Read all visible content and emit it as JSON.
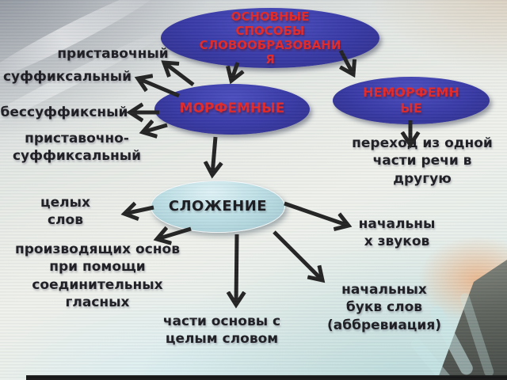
{
  "slide": {
    "topic": "word-formation diagram",
    "colors": {
      "node_fill_dark": "#2b2c9f",
      "node_fill_light": "#badee4",
      "node_text_red": "#e01b1b",
      "label_text": "#0e0e14",
      "arrow": "#141414",
      "bottom_strip": "#070707"
    }
  },
  "nodes": {
    "main": {
      "lines": [
        "ОСНОВНЫЕ",
        "СПОСОБЫ",
        "СЛОВООБРАЗОВАНИ",
        "Я"
      ]
    },
    "morphemic": {
      "lines": [
        "МОРФЕМНЫЕ"
      ]
    },
    "non_morphemic": {
      "lines": [
        "НЕМОРФЕМН",
        "ЫЕ"
      ]
    },
    "composition": {
      "lines": [
        "СЛОЖЕНИЕ"
      ]
    }
  },
  "labels": {
    "prefixal": {
      "lines": [
        "приставочный"
      ]
    },
    "suffixal": {
      "lines": [
        "суффиксальный"
      ]
    },
    "suffixless": {
      "lines": [
        "бессуффиксный"
      ]
    },
    "prefix_suffixal": {
      "lines": [
        "приставочно-",
        "суффиксальный"
      ]
    },
    "transition": {
      "lines": [
        "переход из одной",
        "части речи в",
        "другую"
      ]
    },
    "whole_words": {
      "lines": [
        "целых",
        "слов"
      ]
    },
    "initial_sounds": {
      "lines": [
        "начальны",
        "х звуков"
      ]
    },
    "producing_stems": {
      "lines": [
        "производящих основ",
        "при помощи",
        "соединительных",
        "гласных"
      ]
    },
    "initial_letters": {
      "lines": [
        "начальных",
        "букв слов",
        "(аббревиация)"
      ]
    },
    "stem_with_word": {
      "lines": [
        "части основы с",
        "целым словом"
      ]
    }
  },
  "edges": [
    {
      "from": "main",
      "to": "morphemic"
    },
    {
      "from": "main",
      "to": "non_morphemic"
    },
    {
      "from": "morphemic",
      "to": "prefixal"
    },
    {
      "from": "morphemic",
      "to": "suffixal"
    },
    {
      "from": "morphemic",
      "to": "suffixless"
    },
    {
      "from": "morphemic",
      "to": "prefix_suffixal"
    },
    {
      "from": "morphemic",
      "to": "composition"
    },
    {
      "from": "non_morphemic",
      "to": "transition"
    },
    {
      "from": "composition",
      "to": "whole_words"
    },
    {
      "from": "composition",
      "to": "producing_stems"
    },
    {
      "from": "composition",
      "to": "stem_with_word"
    },
    {
      "from": "composition",
      "to": "initial_sounds"
    },
    {
      "from": "composition",
      "to": "initial_letters"
    }
  ]
}
